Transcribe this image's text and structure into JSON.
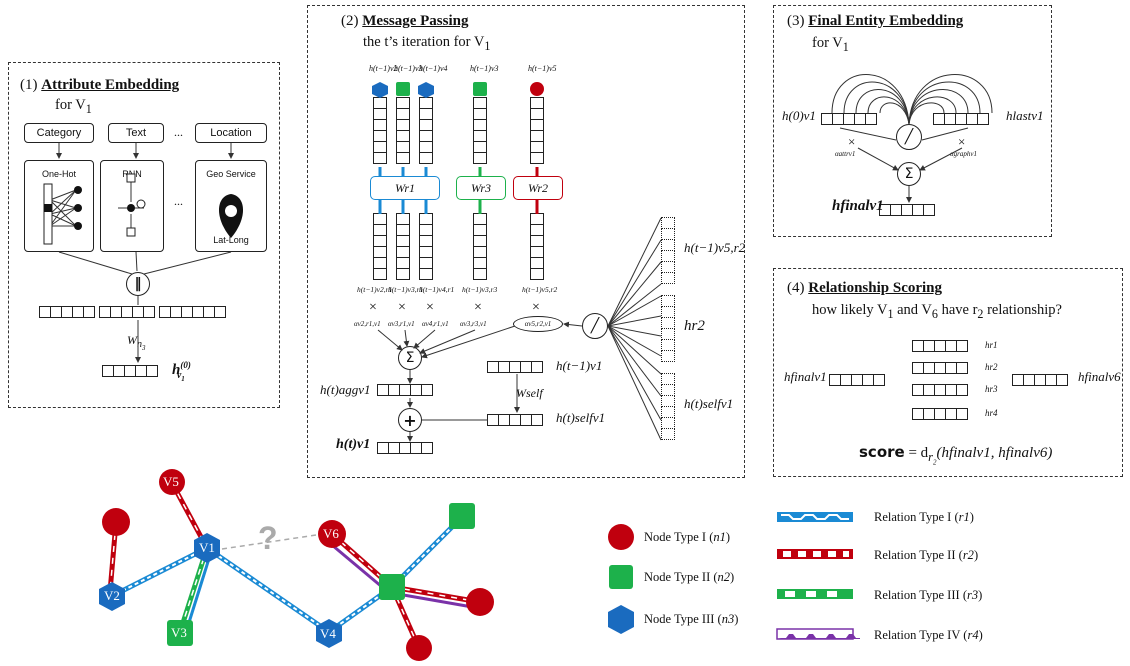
{
  "panel1": {
    "title_num": "(1)",
    "title": "Attribute Embedding",
    "subtitle": "for V",
    "subtitle_sub": "1",
    "inputs": [
      "Category",
      "Text",
      "...",
      "Location"
    ],
    "encoders": [
      "One-Hot",
      "RNN",
      "...",
      "Geo Service"
    ],
    "geo_sub": "Lat-Long",
    "concat_symbol": "‖",
    "weight": "W",
    "weight_sub": "n",
    "weight_subsub": "3",
    "output": "h",
    "output_sup": "(0)",
    "output_sub": "v",
    "output_subsub": "1"
  },
  "panel2": {
    "title_num": "(2)",
    "title": "Message Passing",
    "subtitle": "the t’s iteration for V",
    "subtitle_sub": "1",
    "top_labels": [
      "h(t−1)v2",
      "h(t−1)v3",
      "h(t−1)v4",
      "h(t−1)v3",
      "h(t−1)v5"
    ],
    "weights": [
      "Wr1",
      "Wr3",
      "Wr2"
    ],
    "bottom_labels": [
      "h(t−1)v2,r1",
      "h(t−1)v3,r1",
      "h(t−1)v4,r1",
      "h(t−1)v3,r3",
      "h(t−1)v5,r2"
    ],
    "times": "×",
    "alphas": [
      "αv2,r1,v1",
      "αv3,r1,v1",
      "αv4,r1,v1",
      "αv3,r3,v1",
      "αv5,r2,v1"
    ],
    "sum": "Σ",
    "plus": "+",
    "agg_label": "h(t)aggv1",
    "self_prev": "h(t−1)v1",
    "w_self": "Wself",
    "self_label": "h(t)selfv1",
    "out_label": "h(t)v1",
    "right_labels": [
      "h(t−1)v5,r2",
      "hr2",
      "h(t)selfv1"
    ]
  },
  "panel3": {
    "title_num": "(3)",
    "title": "Final Entity Embedding",
    "subtitle": "for V",
    "subtitle_sub": "1",
    "left": "h(0)v1",
    "right": "hlastv1",
    "alpha_attr": "αattrv1",
    "alpha_graph": "αgraphv1",
    "times": "×",
    "sum": "Σ",
    "final": "hfinalv1"
  },
  "panel4": {
    "title_num": "(4)",
    "title": "Relationship Scoring",
    "question": "how likely V",
    "question_sub": "1",
    "question_mid": " and V",
    "question_sub2": "6",
    "question_end": " have r",
    "question_sub3": "2",
    "question_tail": " relationship?",
    "left": "hfinalv1",
    "right": "hfinalv6",
    "relations": [
      "hr1",
      "hr2",
      "hr3",
      "hr4"
    ],
    "score": "score",
    "score_eq": "= d",
    "score_args": "(hfinalv1, hfinalv6)"
  },
  "graph": {
    "nodes": [
      "V5",
      "V1",
      "V2",
      "V3",
      "V4",
      "V6"
    ],
    "question_mark": "?"
  },
  "legend": {
    "nodes": [
      {
        "label": "Node Type I",
        "type": "n1",
        "color": "#c0000e"
      },
      {
        "label": "Node Type II",
        "type": "n2",
        "color": "#1db14b"
      },
      {
        "label": "Node Type III",
        "type": "n3",
        "color": "#1a6bbf"
      }
    ],
    "relations": [
      {
        "label": "Relation Type I",
        "type": "r1",
        "color": "#1a8ad4"
      },
      {
        "label": "Relation Type II",
        "type": "r2",
        "color": "#c0000e"
      },
      {
        "label": "Relation Type III",
        "type": "r3",
        "color": "#1db14b"
      },
      {
        "label": "Relation Type IV",
        "type": "r4",
        "color": "#7a32a8"
      }
    ]
  },
  "colors": {
    "red": "#c0000e",
    "green": "#1db14b",
    "blue": "#1a6bbf",
    "purple": "#7a32a8"
  }
}
